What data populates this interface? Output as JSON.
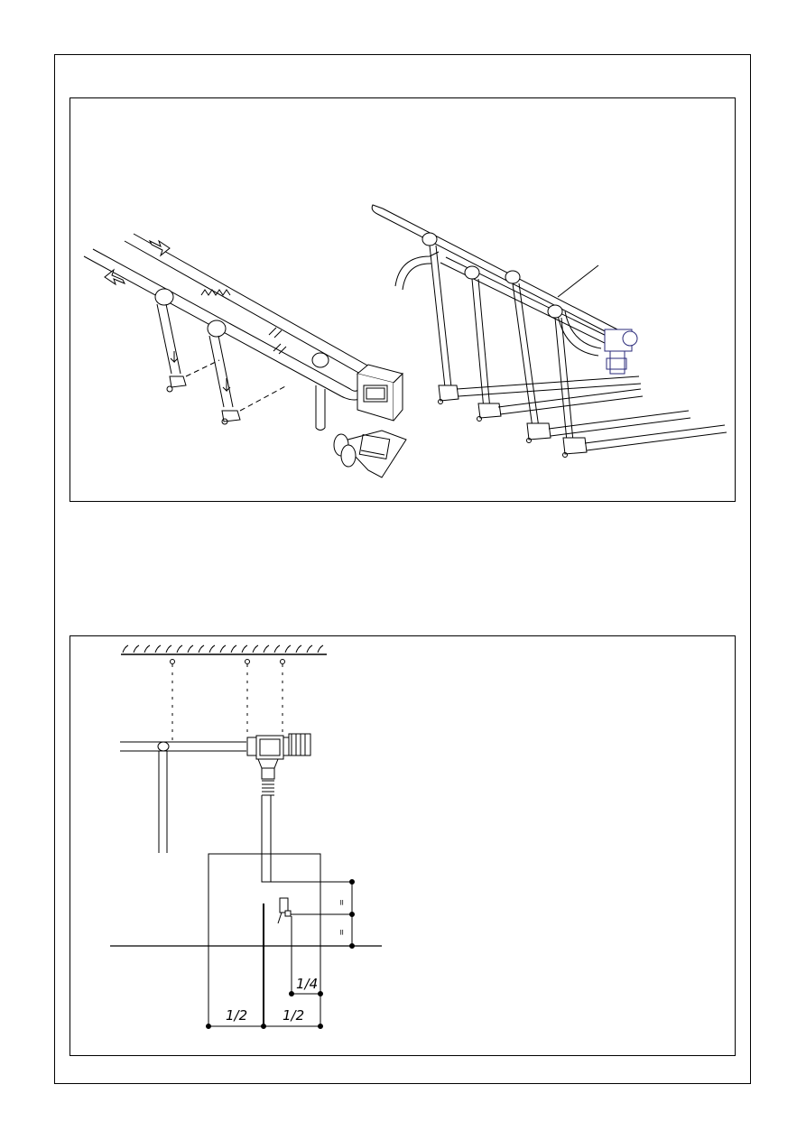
{
  "dimensions": {
    "half_left": "1/2",
    "half_right": "1/2",
    "quarter": "1/4",
    "equal_upper": "=",
    "equal_lower": "="
  },
  "colors": {
    "line": "#000000",
    "motor_accent": "#2a2a7a"
  }
}
